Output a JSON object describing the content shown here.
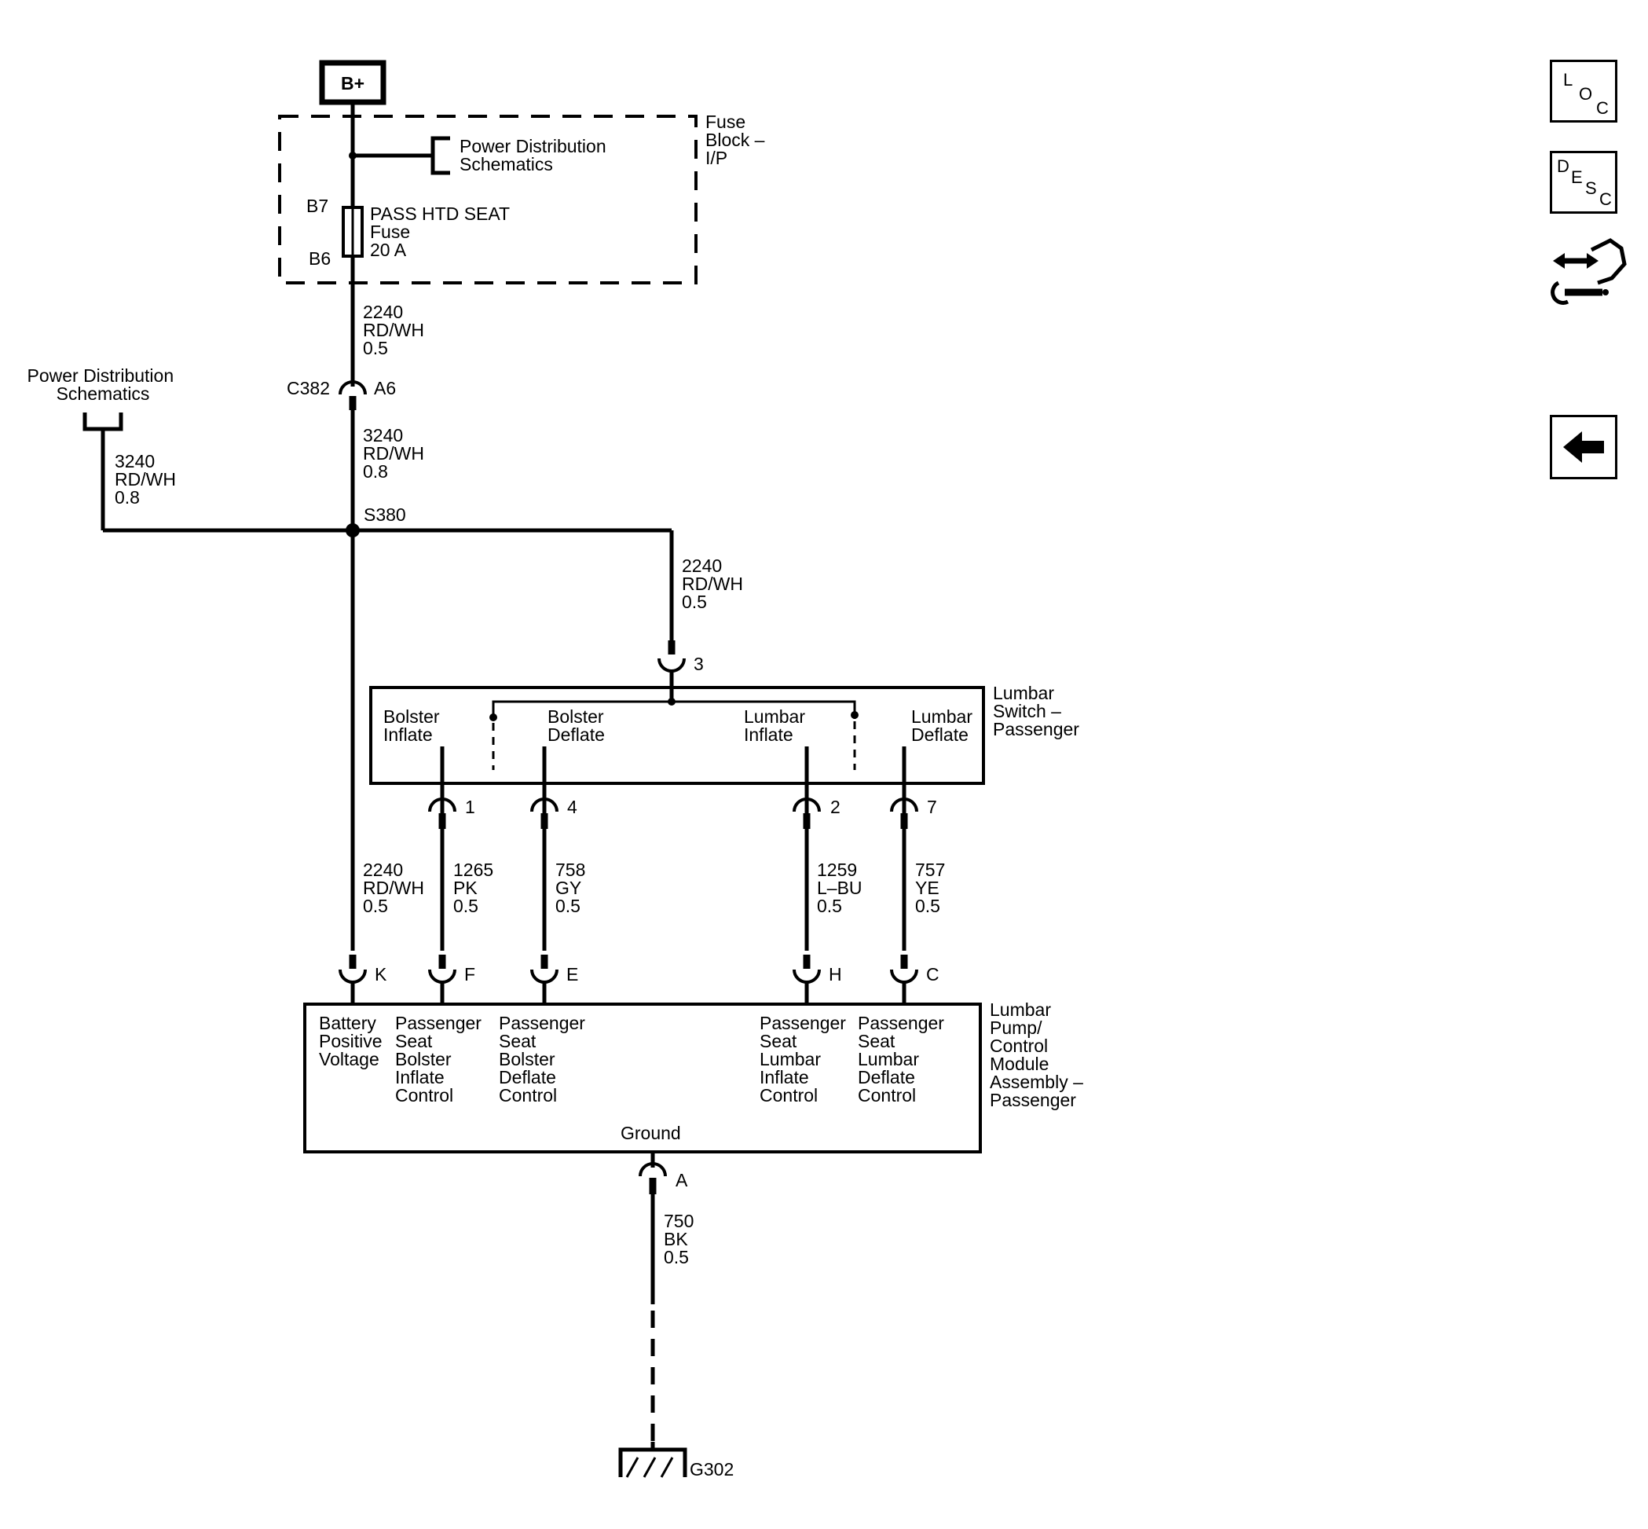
{
  "power_source": "B+",
  "fuse_block": {
    "label": [
      "Fuse",
      "Block –",
      "I/P"
    ],
    "ref": [
      "Power Distribution",
      "Schematics"
    ],
    "terminal_in": "B7",
    "terminal_out": "B6",
    "fuse": [
      "PASS HTD SEAT",
      "Fuse",
      "20 A"
    ]
  },
  "wires": {
    "fuse_to_c382": [
      "2240",
      "RD/WH",
      "0.5"
    ],
    "c382_to_s380": [
      "3240",
      "RD/WH",
      "0.8"
    ],
    "pd_feed": [
      "3240",
      "RD/WH",
      "0.8"
    ],
    "s380_to_switch": [
      "2240",
      "RD/WH",
      "0.5"
    ],
    "battery": [
      "2240",
      "RD/WH",
      "0.5"
    ],
    "bolster_inflate": [
      "1265",
      "PK",
      "0.5"
    ],
    "bolster_deflate": [
      "758",
      "GY",
      "0.5"
    ],
    "lumbar_inflate": [
      "1259",
      "L–BU",
      "0.5"
    ],
    "lumbar_deflate": [
      "757",
      "YE",
      "0.5"
    ],
    "ground": [
      "750",
      "BK",
      "0.5"
    ]
  },
  "connector_c382": {
    "name": "C382",
    "pin": "A6"
  },
  "splice": "S380",
  "power_distribution_ref": [
    "Power Distribution",
    "Schematics"
  ],
  "lumbar_switch": {
    "name": [
      "Lumbar",
      "Switch –",
      "Passenger"
    ],
    "input_pin": "3",
    "positions": [
      {
        "label": [
          "Bolster",
          "Inflate"
        ],
        "pin": "1"
      },
      {
        "label": [
          "Bolster",
          "Deflate"
        ],
        "pin": "4"
      },
      {
        "label": [
          "Lumbar",
          "Inflate"
        ],
        "pin": "2"
      },
      {
        "label": [
          "Lumbar",
          "Deflate"
        ],
        "pin": "7"
      }
    ]
  },
  "module": {
    "name": [
      "Lumbar",
      "Pump/",
      "Control",
      "Module",
      "Assembly –",
      "Passenger"
    ],
    "pins": [
      "K",
      "F",
      "E",
      "H",
      "C"
    ],
    "inputs": [
      [
        "Battery",
        "Positive",
        "Voltage"
      ],
      [
        "Passenger",
        "Seat",
        "Bolster",
        "Inflate",
        "Control"
      ],
      [
        "Passenger",
        "Seat",
        "Bolster",
        "Deflate",
        "Control"
      ],
      [
        "Passenger",
        "Seat",
        "Lumbar",
        "Inflate",
        "Control"
      ],
      [
        "Passenger",
        "Seat",
        "Lumbar",
        "Deflate",
        "Control"
      ]
    ],
    "ground_label": "Ground",
    "ground_pin": "A"
  },
  "ground_point": "G302",
  "sidebar": {
    "loc": [
      "L",
      "O",
      "C"
    ],
    "desc": [
      "D",
      "E",
      "S",
      "C"
    ],
    "tool_icon": "connector-tool-icon",
    "back_icon": "back-arrow-icon"
  }
}
